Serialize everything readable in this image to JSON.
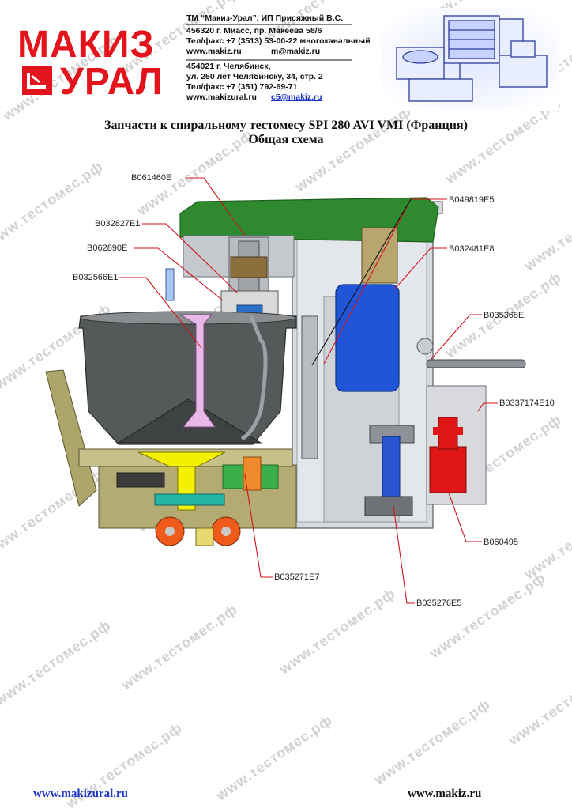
{
  "logo": {
    "line1": "МАКИЗ",
    "line2": "УРАЛ"
  },
  "contacts": {
    "line1": "ТМ “Макиз-Урал”,     ИП Присяжный В.С.",
    "line2": "456320 г. Миасс, пр. Макеева 58/6",
    "line3": "Тел/факс +7 (3513) 53-00-22 многоканальный",
    "line4_site": "www.makiz.ru",
    "line4_mail": "m@makiz.ru",
    "line5": "454021 г. Челябинск,",
    "line6": "ул. 250 лет Челябинску, 34, стр. 2",
    "line7": "Тел/факс +7 (351) 792-69-71",
    "line8_site": "www.makizural.ru",
    "line8_mail": "c5@makiz.ru"
  },
  "title": {
    "line1": "Запчасти к спиральному тестомесу SPI 280 AVI VMI (Франция)",
    "line2": "Общая схема"
  },
  "parts": {
    "p1": "B061460E",
    "p2": "B032827E1",
    "p3": "B062890E",
    "p4": "B032566E1",
    "p5": "B049819E5",
    "p6": "B032481E8",
    "p7": "B035368E",
    "p8": "B0337174E10",
    "p9": "B060495",
    "p10": "B035271E7",
    "p11": "B035276E5"
  },
  "watermark": "www.тестомес.рф",
  "footer": {
    "left": "www.makizural.ru",
    "right": "www.makiz.ru"
  },
  "colors": {
    "brand_red": "#e3141b",
    "link_blue": "#1a34c4",
    "cover_green": "#2f8a2f",
    "motor_blue": "#1f55d6",
    "pump_red": "#e01515"
  }
}
